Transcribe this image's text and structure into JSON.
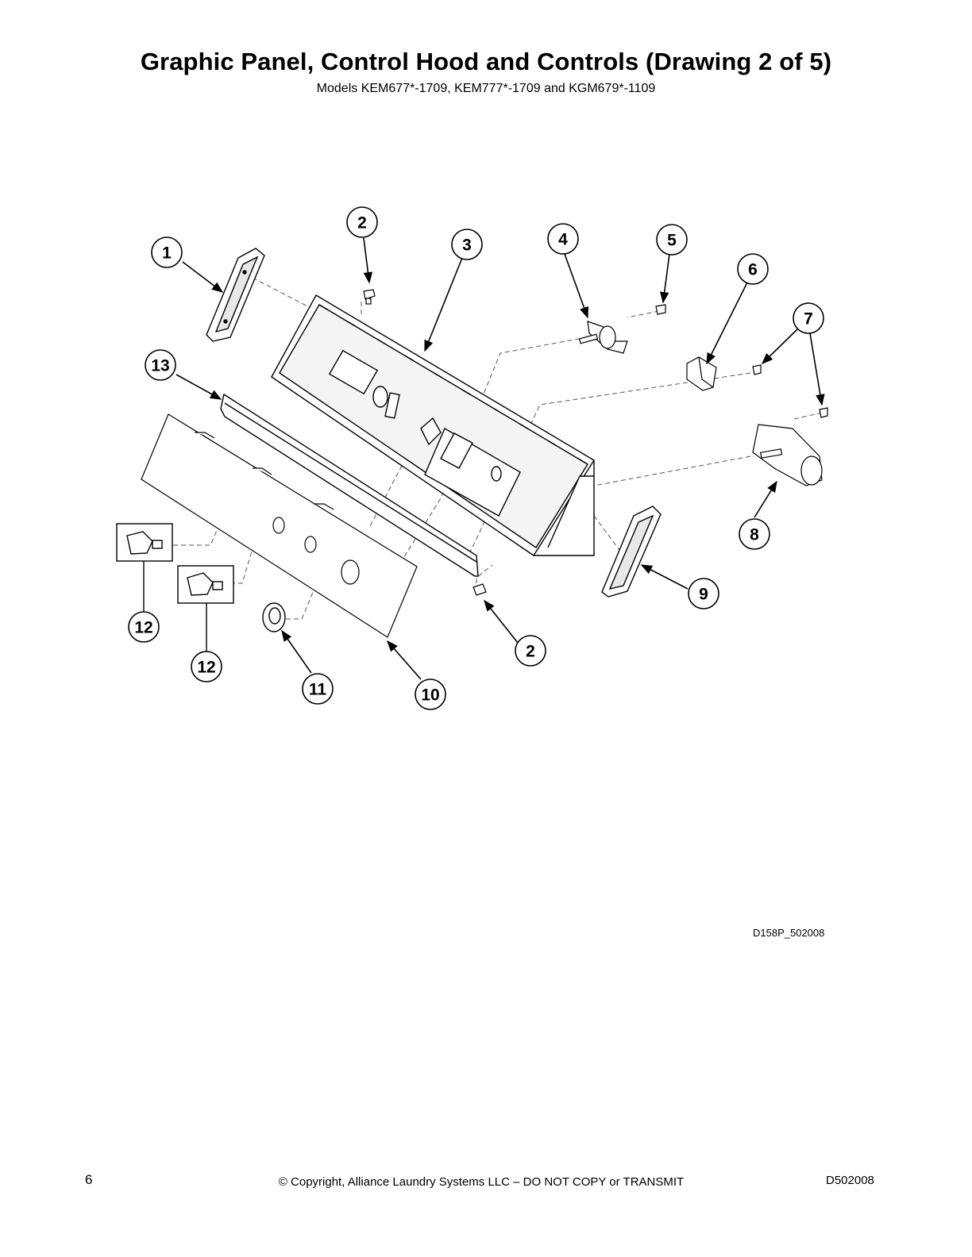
{
  "header": {
    "title": "Graphic Panel, Control Hood and Controls (Drawing 2 of 5)",
    "subtitle": "Models KEM677*-1709, KEM777*-1709 and KGM679*-1109"
  },
  "diagram": {
    "callouts": [
      "1",
      "2",
      "3",
      "4",
      "5",
      "6",
      "7",
      "8",
      "9",
      "10",
      "11",
      "12",
      "12",
      "13",
      "2"
    ],
    "drawing_id": "D158P_502008"
  },
  "footer": {
    "page_number": "6",
    "copyright": "© Copyright, Alliance Laundry Systems LLC – DO NOT COPY or TRANSMIT",
    "doc_code": "D502008"
  }
}
